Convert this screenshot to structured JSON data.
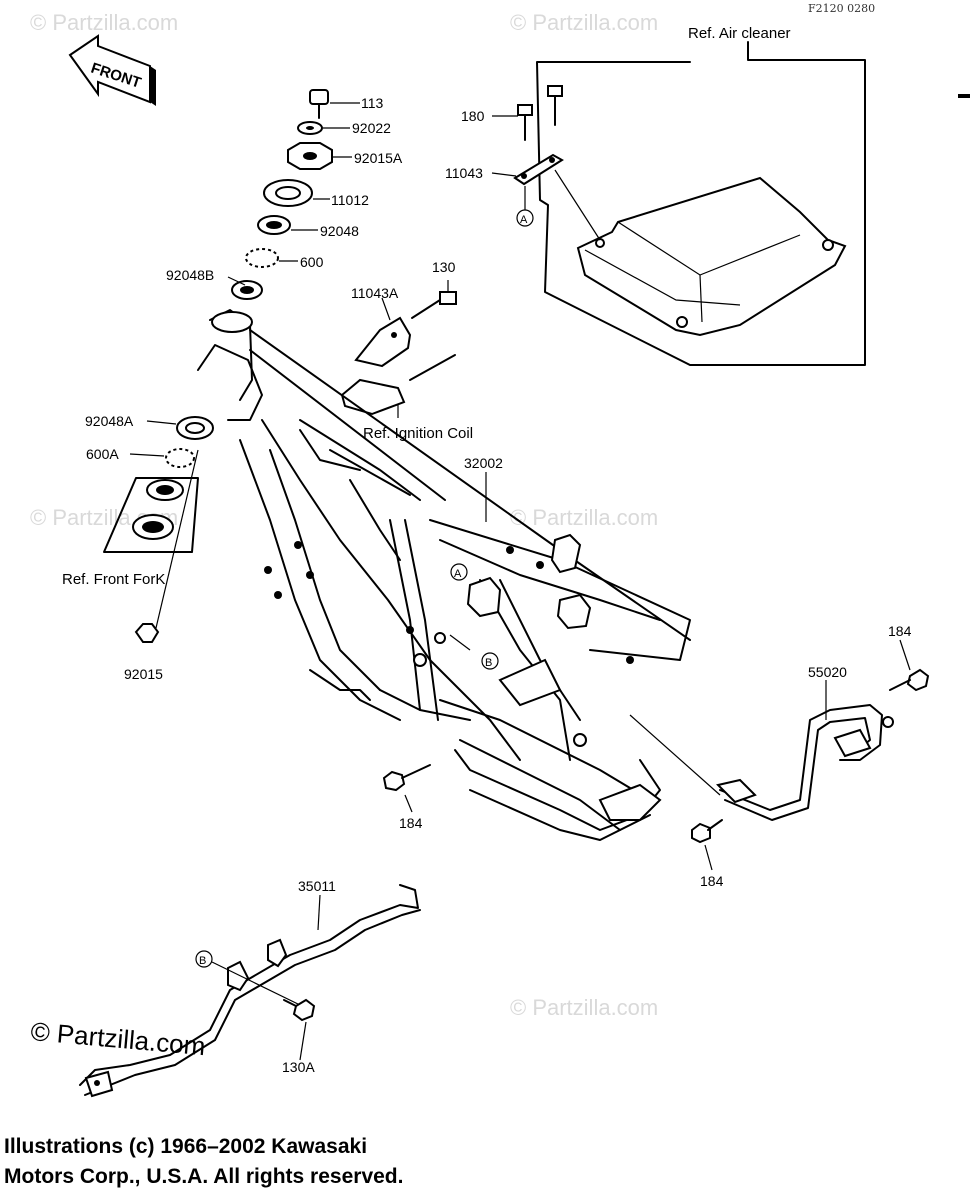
{
  "drawing_code": "F2120 0280",
  "front_arrow_label": "FRONT",
  "watermark": "© Partzilla.com",
  "watermark_large": "© Partzilla.com",
  "refs": {
    "air_cleaner": "Ref.  Air cleaner",
    "ignition_coil": "Ref. Ignition Coil",
    "front_fork": "Ref. Front ForK"
  },
  "circle_markers": {
    "a": "A",
    "b": "B"
  },
  "callouts": {
    "p113": "113",
    "p92022": "92022",
    "p92015A": "92015A",
    "p11012": "11012",
    "p92048": "92048",
    "p600": "600",
    "p92048B": "92048B",
    "p130": "130",
    "p11043A": "11043A",
    "p180": "180",
    "p11043": "11043",
    "p92048A": "92048A",
    "p600A": "600A",
    "p32002": "32002",
    "p92015": "92015",
    "p184_right_top": "184",
    "p55020": "55020",
    "p184_center": "184",
    "p184_right_bottom": "184",
    "p35011": "35011",
    "p130A": "130A"
  },
  "copyright": {
    "line1": "Illustrations (c) 1966–2002 Kawasaki",
    "line2": "Motors Corp., U.S.A.  All rights reserved."
  }
}
